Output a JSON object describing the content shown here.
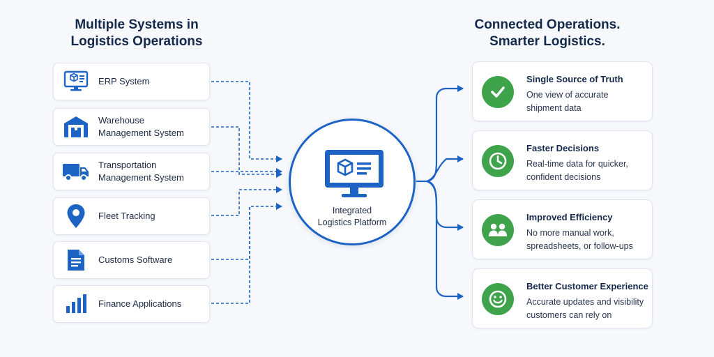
{
  "left_heading": {
    "line1": "Multiple Systems in",
    "line2": "Logistics Operations"
  },
  "right_heading": {
    "line1": "Connected Operations.",
    "line2": "Smarter Logistics."
  },
  "systems": [
    {
      "icon": "erp-monitor-icon",
      "lines": [
        "ERP System"
      ]
    },
    {
      "icon": "warehouse-icon",
      "lines": [
        "Warehouse",
        "Management System"
      ]
    },
    {
      "icon": "truck-icon",
      "lines": [
        "Transportation",
        "Management System"
      ]
    },
    {
      "icon": "map-pin-icon",
      "lines": [
        "Fleet Tracking"
      ]
    },
    {
      "icon": "document-icon",
      "lines": [
        "Customs Software"
      ]
    },
    {
      "icon": "bar-chart-icon",
      "lines": [
        "Finance Applications"
      ]
    }
  ],
  "hub": {
    "icon": "monitor-cube-icon",
    "line1": "Integrated",
    "line2": "Logistics Platform"
  },
  "benefits": [
    {
      "icon": "checkmark-icon",
      "title": "Single Source of Truth",
      "desc": [
        "One view of accurate",
        "shipment data"
      ]
    },
    {
      "icon": "clock-icon",
      "title": "Faster Decisions",
      "desc": [
        "Real-time data for quicker,",
        "confident decisions"
      ]
    },
    {
      "icon": "people-icon",
      "title": "Improved Efficiency",
      "desc": [
        "No more manual work,",
        "spreadsheets, or follow-ups"
      ]
    },
    {
      "icon": "smiley-icon",
      "title": "Better Customer Experience",
      "desc": [
        "Accurate updates and visibility",
        "customers can rely on"
      ]
    }
  ],
  "colors": {
    "primary_blue": "#1c63c4",
    "success_green": "#3ea34a",
    "heading_navy": "#15294b",
    "background": "#f6f8fb"
  }
}
